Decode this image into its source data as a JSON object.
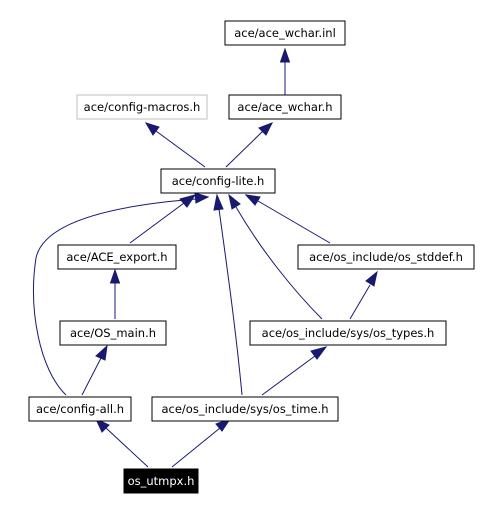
{
  "nodes": {
    "ace_wchar_inl": "ace/ace_wchar.inl",
    "config_macros": "ace/config-macros.h",
    "ace_wchar_h": "ace/ace_wchar.h",
    "config_lite": "ace/config-lite.h",
    "ace_export": "ace/ACE_export.h",
    "os_stddef": "ace/os_include/os_stddef.h",
    "os_main": "ace/OS_main.h",
    "os_types": "ace/os_include/sys/os_types.h",
    "config_all": "ace/config-all.h",
    "os_time": "ace/os_include/sys/os_time.h",
    "os_utmpx": "os_utmpx.h"
  },
  "colors": {
    "edge": "#191970",
    "node_border": "#000000",
    "external_node_border": "#bfbfbf",
    "root_fill": "#000000",
    "root_text": "#ffffff"
  }
}
